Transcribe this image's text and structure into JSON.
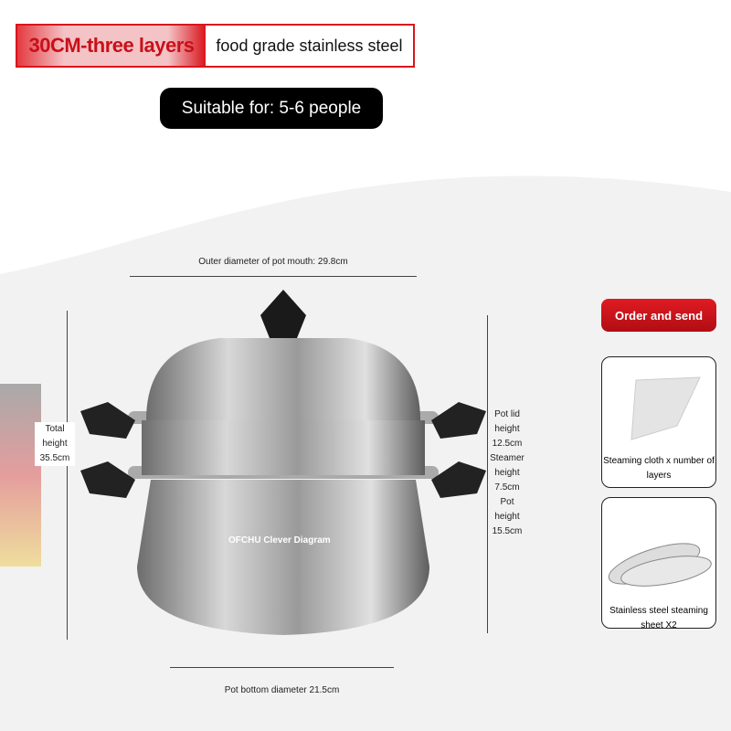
{
  "header": {
    "size_label": "30CM-three layers",
    "material_label": "food grade stainless steel"
  },
  "suitable_label": "Suitable for: 5-6 people",
  "dimensions": {
    "outer_diameter": "Outer diameter of pot mouth: 29.8cm",
    "total_height": [
      "Total",
      "height",
      "35.5cm"
    ],
    "right_heights": [
      "Pot lid",
      "height",
      "12.5cm",
      "Steamer",
      "height",
      "7.5cm",
      "Pot",
      "height",
      "15.5cm"
    ],
    "bottom_diameter": "Pot bottom diameter 21.5cm",
    "watermark": "OFCHU Clever Diagram"
  },
  "accessories": {
    "title": "Order and send",
    "items": [
      {
        "label": "Steaming cloth x number of layers"
      },
      {
        "label": "Stainless steel steaming sheet X2"
      }
    ]
  },
  "colors": {
    "accent": "#d9151d",
    "dark": "#000000"
  }
}
